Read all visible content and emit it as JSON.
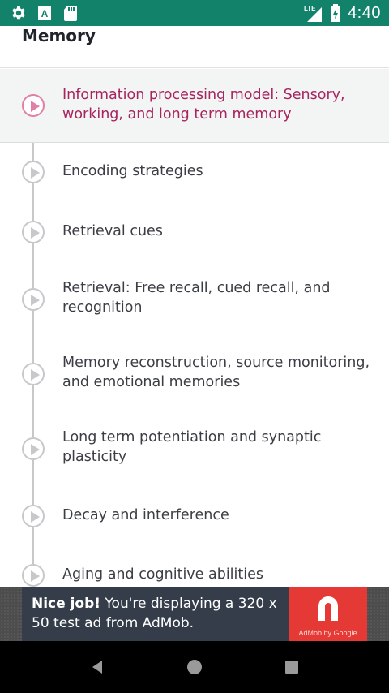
{
  "status_bar": {
    "time": "4:40",
    "network": "LTE",
    "icons_left": [
      "gear-icon",
      "a-icon",
      "sd-card-icon"
    ],
    "icons_right": [
      "lte-signal-icon",
      "battery-charging-icon"
    ],
    "background": "#12826b"
  },
  "header": {
    "title": "Memory"
  },
  "lessons": [
    {
      "title": "Information processing model: Sensory, working, and long term memory",
      "active": true
    },
    {
      "title": "Encoding strategies",
      "active": false
    },
    {
      "title": "Retrieval cues",
      "active": false
    },
    {
      "title": "Retrieval: Free recall, cued recall, and recognition",
      "active": false
    },
    {
      "title": "Memory reconstruction, source monitoring, and emotional memories",
      "active": false
    },
    {
      "title": "Long term potentiation and synaptic plasticity",
      "active": false
    },
    {
      "title": "Decay and interference",
      "active": false
    },
    {
      "title": "Aging and cognitive abilities",
      "active": false
    }
  ],
  "colors": {
    "active_text": "#a6255e",
    "active_node": "#e07fa8",
    "inactive_node": "#c7c8ca",
    "ad_logo_bg": "#e53935"
  },
  "ad": {
    "headline": "Nice job!",
    "body": " You're displaying a 320 x 50 test ad from AdMob.",
    "brand": "AdMob by Google"
  },
  "nav": {
    "back": "back-icon",
    "home": "home-icon",
    "recents": "recents-icon"
  }
}
